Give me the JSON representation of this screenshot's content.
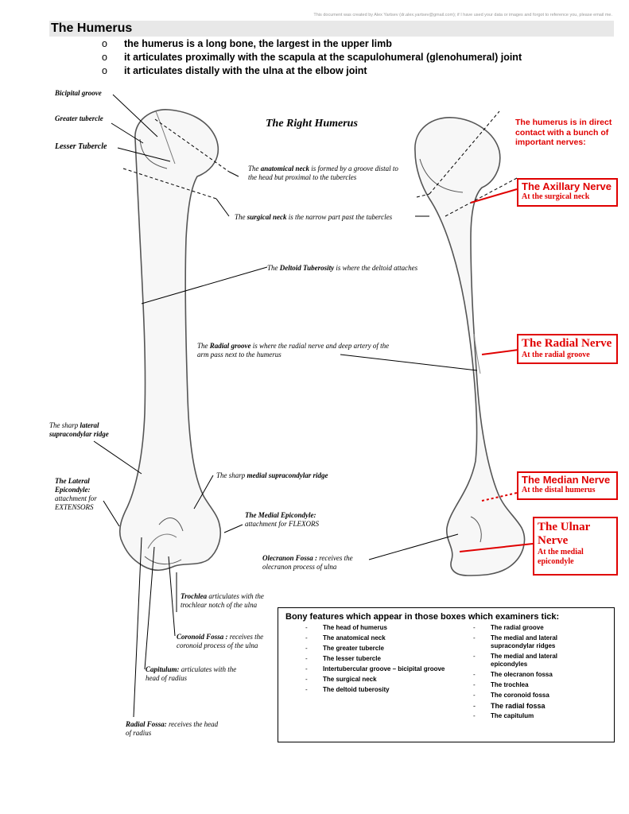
{
  "header": {
    "credit": "This document was created by Alex Yartsev (dr.alex.yartsev@gmail.com); if I have used your data or images and forgot to reference you, please email me.",
    "title": "The Humerus"
  },
  "bullets": [
    {
      "marker": "o",
      "text": "the humerus is a long bone, the largest in the upper limb"
    },
    {
      "marker": "o",
      "text": "it articulates proximally with the scapula at the scapulohumeral (glenohumeral) joint"
    },
    {
      "marker": "o",
      "text": "it articulates distally with the ulna at the elbow joint"
    }
  ],
  "diagram": {
    "heading": "The Right Humerus",
    "labels": {
      "bicipital_groove": "Bicipital groove",
      "greater_tubercle": "Greater tubercle",
      "lesser_tubercle": "Lesser Tubercle",
      "anatomical_neck": {
        "pre": "The ",
        "bold": "anatomical neck",
        "post": " is formed by a groove distal to the head but proximal to the tubercles"
      },
      "surgical_neck": {
        "pre": "The ",
        "bold": "surgical neck",
        "post": " is the narrow part past the tubercles"
      },
      "deltoid_tuberosity": {
        "pre": "The ",
        "bold": "Deltoid Tuberosity",
        "post": " is where the deltoid attaches"
      },
      "radial_groove": {
        "pre": "The ",
        "bold": "Radial groove",
        "post": " is where the radial nerve and deep artery of the arm pass next to the humerus"
      },
      "lateral_supracondylar": {
        "pre": "The sharp ",
        "bold": "lateral supracondylar ridge",
        "post": ""
      },
      "medial_supracondylar": {
        "pre": "The sharp ",
        "bold": "medial supracondylar ridge",
        "post": ""
      },
      "lateral_epicondyle": {
        "bold": "The Lateral Epicondyle:",
        "post": "attachment for EXTENSORS"
      },
      "medial_epicondyle": {
        "bold": "The Medial Epicondyle:",
        "post": "attachment for FLEXORS"
      },
      "olecranon_fossa": {
        "bold": "Olecranon Fossa :",
        "post": " receives the olecranon process of ulna"
      },
      "trochlea": {
        "bold": "Trochlea",
        "post": " articulates with the trochlear notch of the ulna"
      },
      "coronoid_fossa": {
        "bold": "Coronoid Fossa :",
        "post": " receives the coronoid process of the ulna"
      },
      "capitulum": {
        "bold": "Capitulum:",
        "post": " articulates with the head of radius"
      },
      "radial_fossa": {
        "bold": "Radial Fossa:",
        "post": " receives the head of radius"
      }
    }
  },
  "nerves": {
    "intro": "The humerus is in direct contact with a bunch of important nerves:",
    "axillary": {
      "title": "The Axillary Nerve",
      "sub": "At the surgical neck"
    },
    "radial": {
      "title": "The Radial Nerve",
      "sub": "At the radial groove"
    },
    "median": {
      "title": "The Median Nerve",
      "sub": "At the distal humerus"
    },
    "ulnar": {
      "title": "The Ulnar Nerve",
      "sub": "At the medial epicondyle"
    }
  },
  "bony_box": {
    "title": "Bony features which appear in those boxes which examiners tick:",
    "marker": "-",
    "left": [
      "The head of humerus",
      "The anatomical neck",
      "The greater tubercle",
      "The lesser tubercle",
      "Intertubercular groove – bicipital groove",
      "The surgical neck",
      "The deltoid tuberosity"
    ],
    "right": [
      "The radial groove",
      "The medial and lateral supracondylar ridges",
      "The medial and lateral epicondyles",
      "The olecranon fossa",
      "The trochlea",
      "The coronoid fossa",
      "The radial fossa",
      "The capitulum"
    ]
  },
  "colors": {
    "accent_red": "#e00000",
    "title_bar": "#e8e8e8",
    "bone_stroke": "#555555"
  }
}
